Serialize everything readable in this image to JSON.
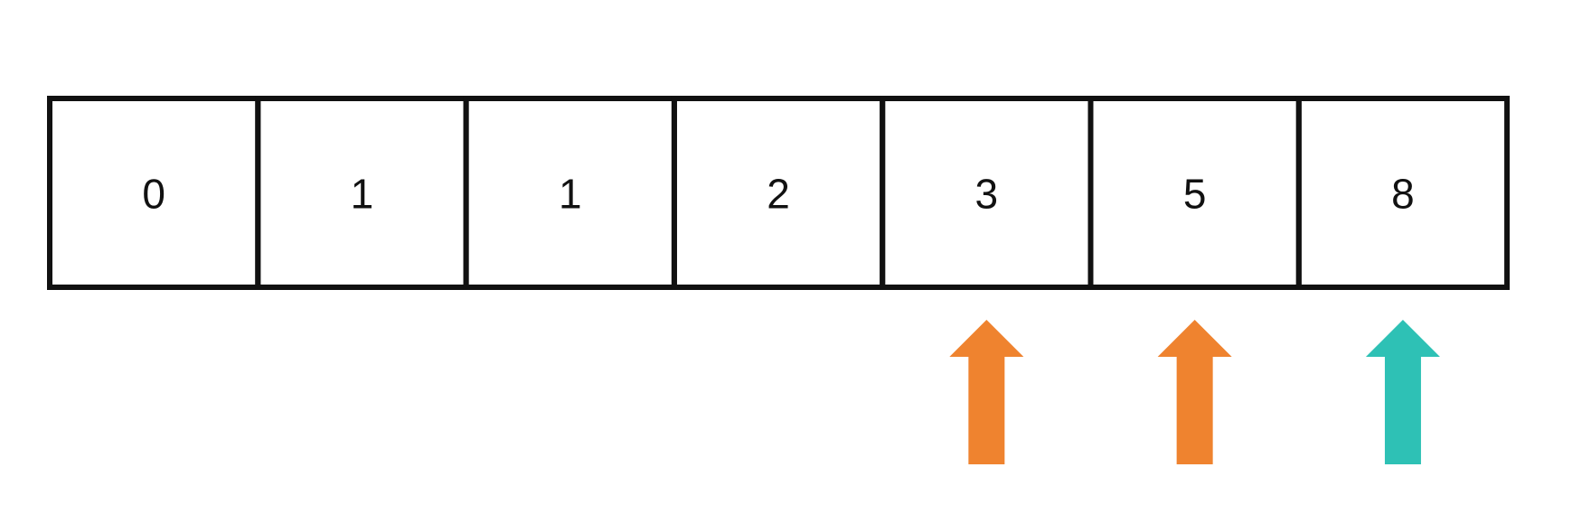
{
  "array": {
    "values": [
      "0",
      "1",
      "1",
      "2",
      "3",
      "5",
      "8"
    ]
  },
  "pointers": [
    {
      "index": 4,
      "color": "#ef832f",
      "name": "arrow-up-orange-1"
    },
    {
      "index": 5,
      "color": "#ef832f",
      "name": "arrow-up-orange-2"
    },
    {
      "index": 6,
      "color": "#2ec1b5",
      "name": "arrow-up-teal"
    }
  ],
  "colors": {
    "border": "#111111",
    "text": "#111111",
    "background": "#ffffff"
  }
}
